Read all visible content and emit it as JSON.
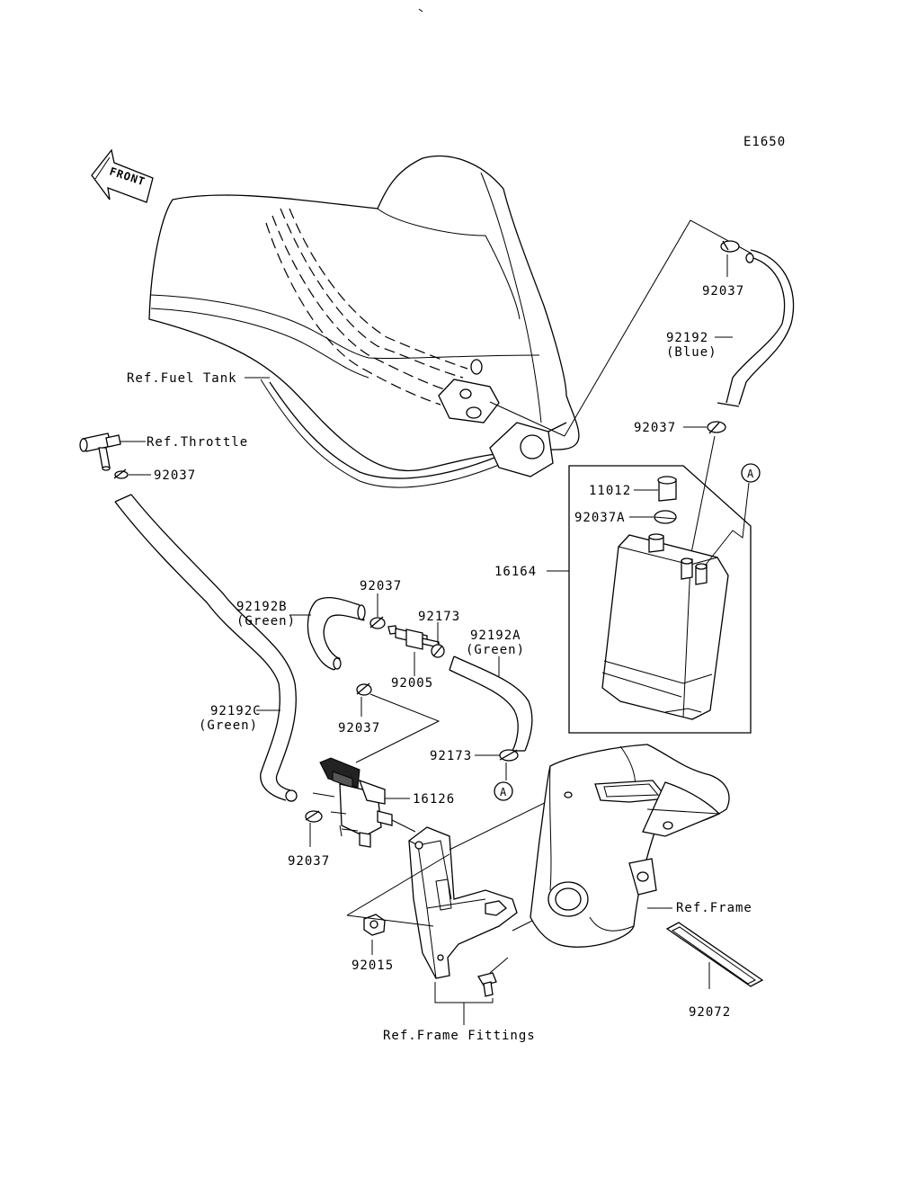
{
  "diagram_code": "E1650",
  "front_label": "FRONT",
  "labels": {
    "ref_fuel_tank": "Ref.Fuel Tank",
    "ref_throttle": "Ref.Throttle",
    "ref_frame": "Ref.Frame",
    "ref_frame_fittings": "Ref.Frame Fittings",
    "clamp_top": "92037",
    "hose_blue_num": "92192",
    "hose_blue_color": "(Blue)",
    "clamp_canister": "92037",
    "cap": "11012",
    "clamp_cap": "92037A",
    "canister": "16164",
    "clamp_throttle": "92037",
    "hose_b_num": "92192B",
    "hose_b_color": "(Green)",
    "clamp_b_top": "92037",
    "clamp_valve": "92173",
    "hose_a_num": "92192A",
    "hose_a_color": "(Green)",
    "joint": "92005",
    "clamp_b_bottom": "92037",
    "hose_c_num": "92192C",
    "hose_c_color": "(Green)",
    "clamp_a": "92173",
    "valve": "16126",
    "clamp_c": "92037",
    "nut": "92015",
    "pad": "92072",
    "marker_a_top": "A",
    "marker_a_bottom": "A"
  },
  "colors": {
    "line": "#000000",
    "background": "#ffffff"
  }
}
